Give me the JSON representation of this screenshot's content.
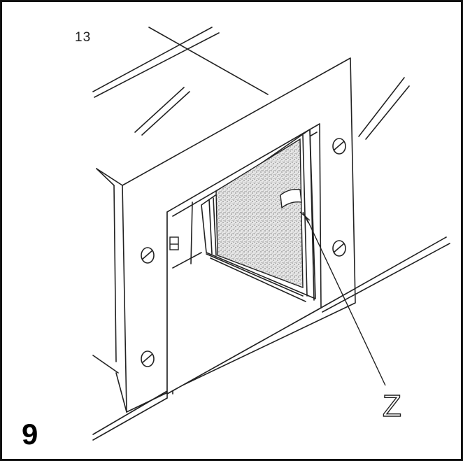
{
  "figure": {
    "step_number": "9",
    "labels": {
      "part_number": "13",
      "callout": "Z"
    },
    "colors": {
      "line": "#222222",
      "filter_fill": "#d9d9d9",
      "background": "#ffffff"
    }
  }
}
